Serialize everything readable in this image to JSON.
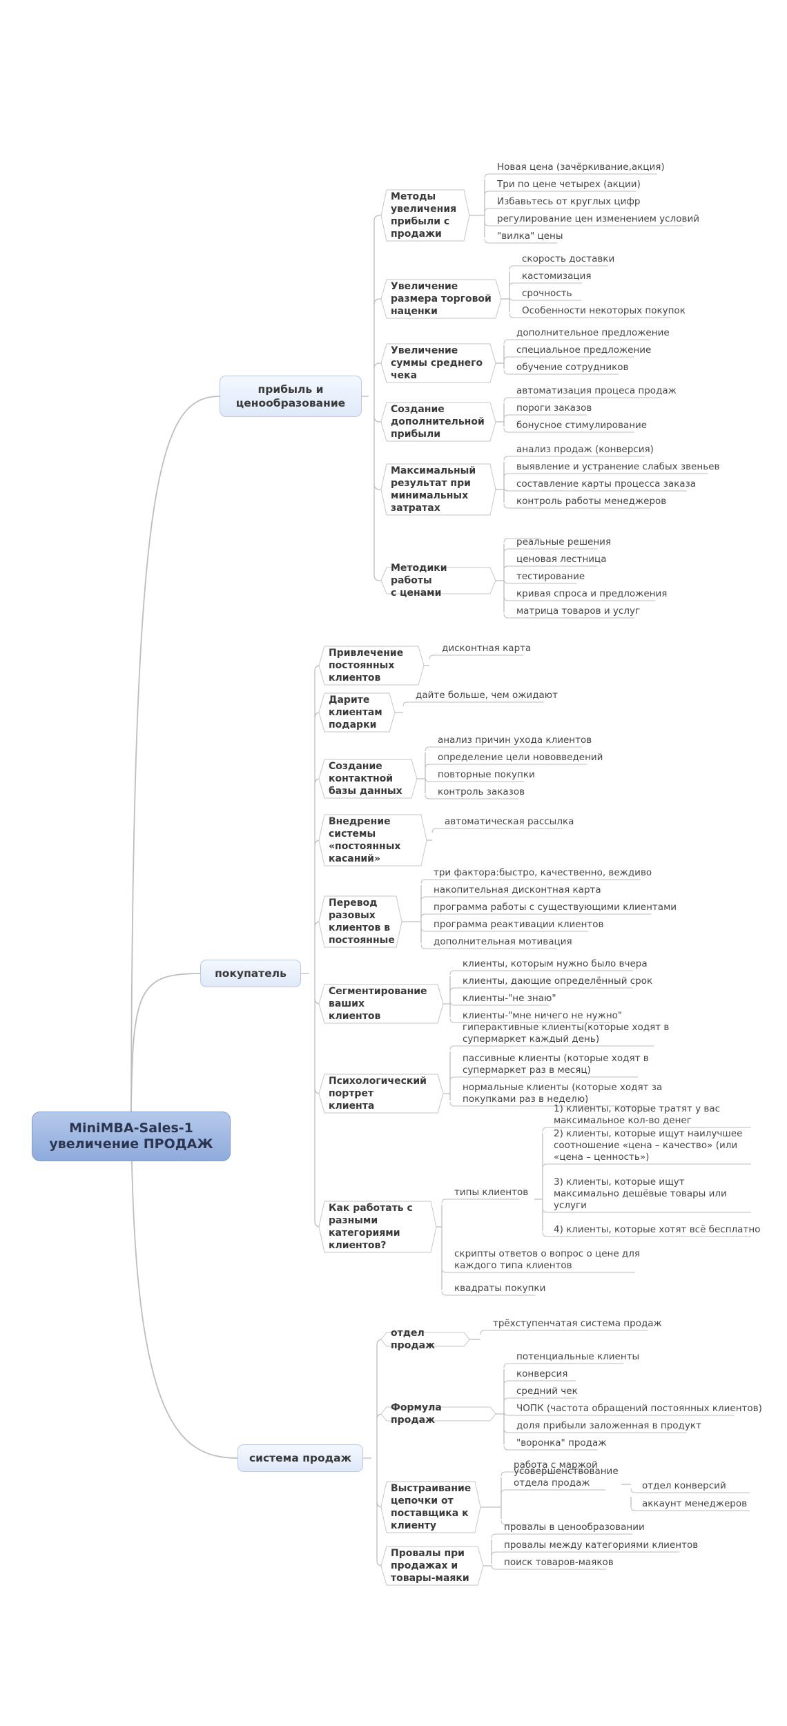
{
  "root": "MiniMBA-Sales-1\nувеличение ПРОДАЖ",
  "branches": [
    {
      "label": "прибыль и\nценообразование",
      "subs": [
        {
          "label": "Методы\nувеличения\nприбыли с\nпродажи",
          "leaves": [
            "Новая цена (зачёркивание,акция)",
            "Три по цене четырех (акции)",
            "Избавьтесь от круглых цифр",
            "регулирование цен изменением условий",
            "\"вилка\" цены"
          ]
        },
        {
          "label": "Увеличение\nразмера торговой\nнаценки",
          "leaves": [
            "скорость доставки",
            "кастомизация",
            "срочность",
            "Особенности некоторых покупок"
          ]
        },
        {
          "label": "Увеличение\nсуммы среднего\nчека",
          "leaves": [
            "дополнительное предложение",
            "специальное предложение",
            "обучение сотрудников"
          ]
        },
        {
          "label": "Создание\nдополнительной\nприбыли",
          "leaves": [
            "автоматизация процеса продаж",
            "пороги заказов",
            "бонусное стимулирование"
          ]
        },
        {
          "label": "Максимальный\nрезультат при\nминимальных\nзатратах",
          "leaves": [
            "анализ продаж (конверсия)",
            "выявление и устранение слабых звеньев",
            "составление карты процесса заказа",
            "контроль работы менеджеров"
          ]
        },
        {
          "label": "Методики работы\nс ценами",
          "leaves": [
            "",
            "реальные решения",
            "ценовая лестница",
            "тестирование",
            "кривая спроса и предложения",
            "матрица товаров и услуг"
          ]
        }
      ]
    },
    {
      "label": "покупатель",
      "subs": [
        {
          "label": "Привлечение\nпостоянных\nклиентов",
          "leaves": [
            "дисконтная карта"
          ]
        },
        {
          "label": "Дарите\nклиентам\nподарки",
          "leaves": [
            "дайте больше, чем ожидают"
          ]
        },
        {
          "label": "Создание\nконтактной\nбазы данных",
          "leaves": [
            "анализ причин ухода клиентов",
            "определение цели нововведений",
            "повторные покупки",
            "контроль заказов"
          ]
        },
        {
          "label": "Внедрение\nсистемы\n«постоянных\nкасаний»",
          "leaves": [
            "автоматическая рассылка"
          ]
        },
        {
          "label": "Перевод\nразовых\nклиентов в\nпостоянные",
          "leaves": [
            "три фактора:быстро, качественно, веждиво",
            "накопительная дисконтная карта",
            "программа работы с существующими клиентами",
            "программа реактивации клиентов",
            "дополнительная мотивация"
          ]
        },
        {
          "label": "Сегментирование\nваших\nклиентов",
          "leaves": [
            "клиенты, которым нужно было вчера",
            "клиенты, дающие определённый срок",
            "клиенты-\"не знаю\"",
            "клиенты-\"мне ничего не нужно\""
          ]
        },
        {
          "label": "Психологический\nпортрет\nклиента",
          "leaves": [
            "гиперактивные клиенты(которые ходят в\nсупермаркет каждый день)",
            "пассивные клиенты (которые ходят в\nсупермаркет раз в месяц)",
            "нормальные клиенты (которые ходят за\nпокупками раз в неделю)"
          ]
        },
        {
          "label": "Как работать с\nразными\nкатегориями\nклиентов?",
          "leaves": [
            "типы клиентов",
            "скрипты ответов о вопрос о цене для\nкаждого типа клиентов",
            "квадраты покупки"
          ],
          "types": [
            "1) клиенты, которые тратят у вас\nмаксимальное кол-во денег",
            "2) клиенты, которые ищут наилучшее\nсоотношение «цена – качество» (или\n«цена – ценность»)",
            "3) клиенты, которые ищут\nмаксимально дешёвые товары или\nуслуги",
            "4) клиенты, которые хотят всё бесплатно"
          ]
        }
      ]
    },
    {
      "label": "система продаж",
      "subs": [
        {
          "label": "отдел продаж",
          "leaves": [
            "трёхступенчатая система продаж"
          ]
        },
        {
          "label": "Формула продаж",
          "leaves": [
            "потенциальные клиенты",
            "конверсия",
            "средний чек",
            "ЧОПК (частота обращений постоянных клиентов)",
            "доля прибыли заложенная в продукт",
            "\"воронка\" продаж"
          ]
        },
        {
          "label": "Выстраивание\nцепочки от\nпоставщика к\nклиенту",
          "leaves": [
            "работа с маржой",
            "усовершенствование\nотдела продаж",
            ""
          ],
          "sub_leaves": [
            "отдел конверсий",
            "аккаунт менеджеров"
          ]
        },
        {
          "label": "Провалы при\nпродажах и\nтовары-маяки",
          "leaves": [
            "провалы в ценообразовании",
            "провалы между категориями клиентов",
            "поиск товаров-маяков"
          ]
        }
      ]
    }
  ]
}
